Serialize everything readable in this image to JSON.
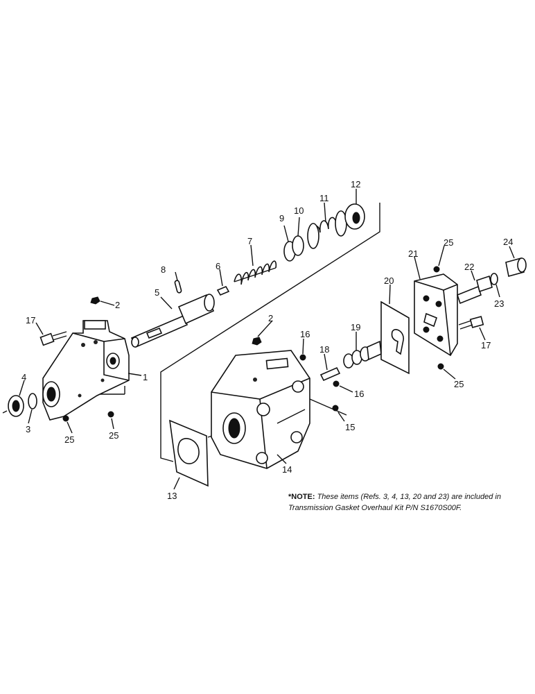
{
  "callouts": [
    {
      "id": "1",
      "text": "1"
    },
    {
      "id": "2a",
      "text": "2"
    },
    {
      "id": "2b",
      "text": "2"
    },
    {
      "id": "3",
      "text": "3"
    },
    {
      "id": "4",
      "text": "4"
    },
    {
      "id": "5",
      "text": "5"
    },
    {
      "id": "6",
      "text": "6"
    },
    {
      "id": "7",
      "text": "7"
    },
    {
      "id": "8",
      "text": "8"
    },
    {
      "id": "9",
      "text": "9"
    },
    {
      "id": "10",
      "text": "10"
    },
    {
      "id": "11",
      "text": "11"
    },
    {
      "id": "12",
      "text": "12"
    },
    {
      "id": "13",
      "text": "13"
    },
    {
      "id": "14",
      "text": "14"
    },
    {
      "id": "15",
      "text": "15"
    },
    {
      "id": "16a",
      "text": "16"
    },
    {
      "id": "16b",
      "text": "16"
    },
    {
      "id": "17a",
      "text": "17"
    },
    {
      "id": "17b",
      "text": "17"
    },
    {
      "id": "18",
      "text": "18"
    },
    {
      "id": "19",
      "text": "19"
    },
    {
      "id": "20",
      "text": "20"
    },
    {
      "id": "21",
      "text": "21"
    },
    {
      "id": "22",
      "text": "22"
    },
    {
      "id": "23",
      "text": "23"
    },
    {
      "id": "24",
      "text": "24"
    },
    {
      "id": "25a",
      "text": "25"
    },
    {
      "id": "25b",
      "text": "25"
    },
    {
      "id": "25c",
      "text": "25"
    },
    {
      "id": "25d",
      "text": "25"
    }
  ],
  "note": {
    "prefix": "*NOTE:",
    "body": "These items (Refs. 3, 4, 13, 20 and 23) are included in Transmission Gasket Overhaul Kit P/N S1670S00F."
  }
}
